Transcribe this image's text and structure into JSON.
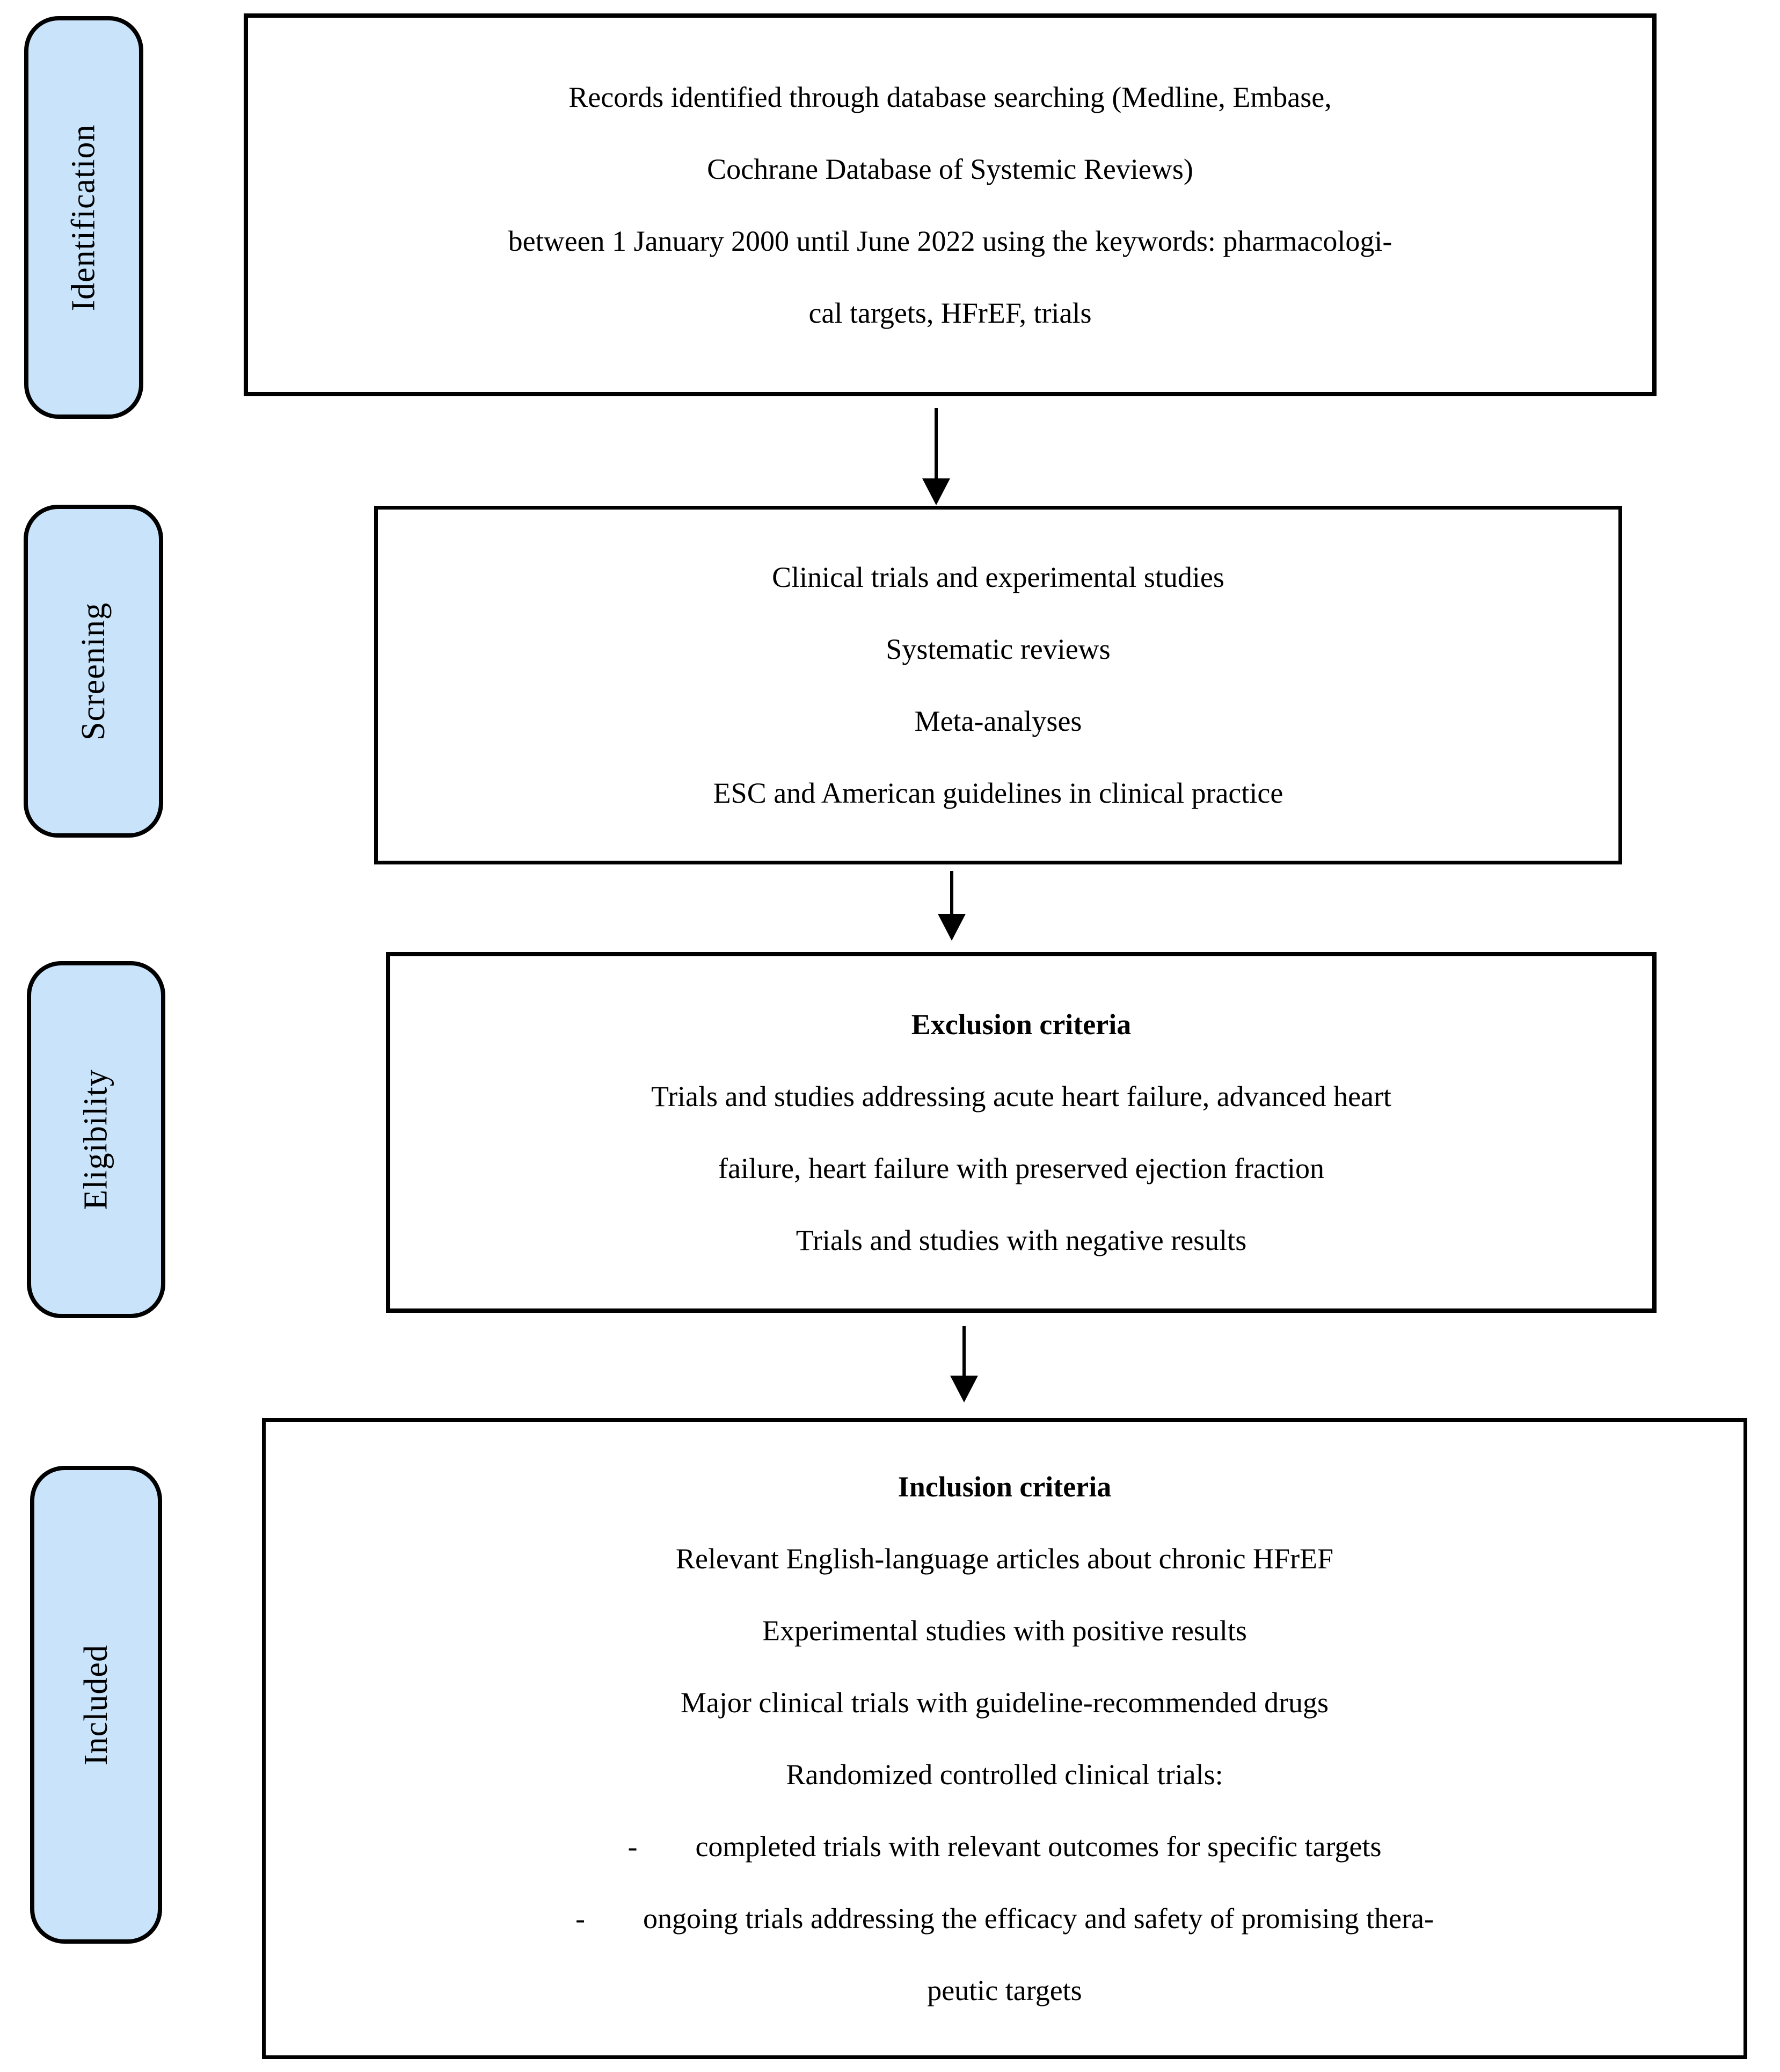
{
  "figure": {
    "kind": "study-selection-flow-diagram"
  },
  "colors": {
    "stage_fill": "#c9e4fa",
    "border": "#000000",
    "background": "#ffffff"
  },
  "sidebar": {
    "stages": [
      {
        "label": "Identification"
      },
      {
        "label": "Screening"
      },
      {
        "label": "Eligibility"
      },
      {
        "label": "Included"
      }
    ]
  },
  "boxes": {
    "records": {
      "lines": [
        "Records identified through database searching (Medline, Embase,",
        "Cochrane Database of Systemic Reviews)",
        "between 1 January 2000 until June 2022 using the keywords: pharmacologi-",
        "cal targets, HFrEF, trials"
      ]
    },
    "screening": {
      "lines": [
        "Clinical trials and experimental studies",
        "Systematic reviews",
        "Meta-analyses",
        "ESC and American guidelines in clinical practice"
      ]
    },
    "exclusion": {
      "title": "Exclusion criteria",
      "lines": [
        "Trials and studies addressing acute heart failure, advanced heart",
        "failure, heart failure with preserved ejection fraction",
        "Trials and studies with negative results"
      ]
    },
    "inclusion": {
      "title": "Inclusion criteria",
      "lines": [
        "Relevant English-language articles about chronic HFrEF",
        "Experimental studies with positive results",
        "Major clinical trials with guideline-recommended drugs",
        "Randomized controlled clinical trials:",
        "-  completed trials with relevant outcomes for specific targets",
        "-  ongoing trials addressing the efficacy and safety of promising thera-",
        "peutic targets"
      ]
    }
  }
}
